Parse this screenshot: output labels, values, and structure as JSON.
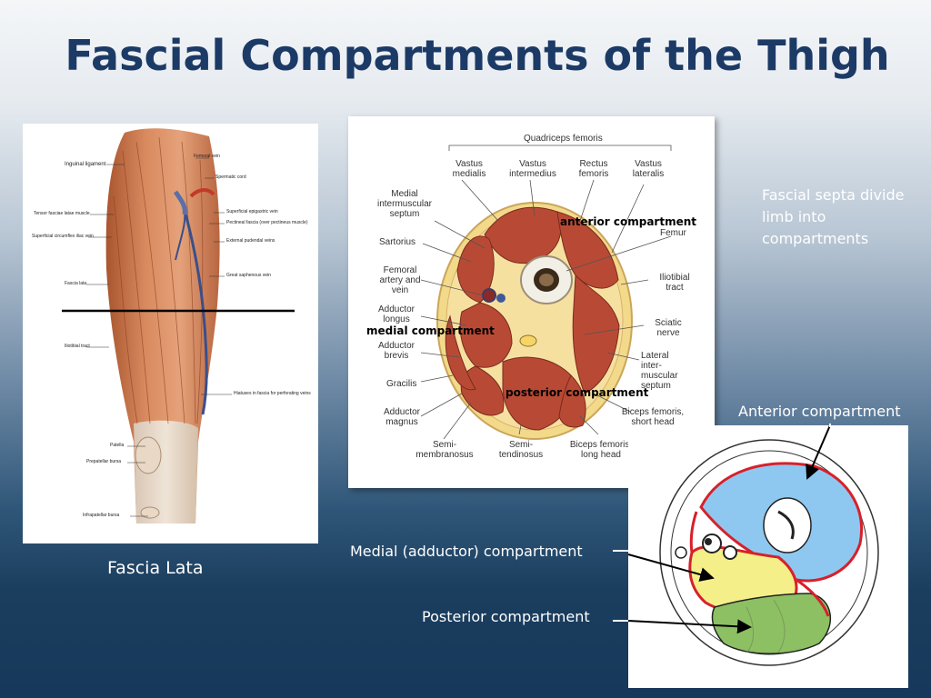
{
  "slide": {
    "title": "Fascial Compartments of the Thigh",
    "left_caption": "Fascia Lata",
    "septa_note": "Fascial septa divide limb into compartments"
  },
  "left_figure": {
    "labels": {
      "inguinal": "Inguinal ligament",
      "femoral_vein": "Femoral vein",
      "spermatic": "Spermatic cord",
      "tensor": "Tensor fasciae latae muscle",
      "sup_epigastric": "Superficial epigastric vein",
      "pectineal": "Pectineal fascia (over pectineus muscle)",
      "circumflex": "Superficial circumflex iliac vein",
      "ext_pudendal": "External pudendal veins",
      "saphenous": "Great saphenous vein",
      "fascia_lata": "Fascia lata",
      "iliotibial": "Iliotibial tract",
      "hiatuses": "Hiatuses in fascia for perforating veins",
      "patella": "Patella",
      "prepatellar": "Prepatellar bursa",
      "infrapatellar": "Infrapatellar bursa"
    }
  },
  "center_figure": {
    "labels": {
      "quadriceps": "Quadriceps femoris",
      "vastus_medialis": "Vastus medialis",
      "vastus_intermedius": "Vastus intermedius",
      "rectus_femoris": "Rectus femoris",
      "vastus_lateralis": "Vastus lateralis",
      "medial_septum": "Medial intermuscular septum",
      "femur": "Femur",
      "sartorius": "Sartorius",
      "femoral_av": "Femoral artery and vein",
      "iliotibial": "Iliotibial tract",
      "adductor_longus": "Adductor longus",
      "sciatic": "Sciatic nerve",
      "adductor_brevis": "Adductor brevis",
      "lateral_septum": "Lateral inter- muscular septum",
      "gracilis": "Gracilis",
      "adductor_magnus": "Adductor magnus",
      "biceps_short": "Biceps femoris, short head",
      "semimembranosus": "Semi- membranosus",
      "semitendinosus": "Semi- tendinosus",
      "biceps_long": "Biceps femoris, long head"
    },
    "overlays": {
      "anterior": "anterior compartment",
      "medial": "medial compartment",
      "posterior": "posterior compartment"
    }
  },
  "right_figure": {
    "callouts": {
      "anterior": "Anterior compartment",
      "medial": "Medial (adductor) compartment",
      "posterior": "Posterior compartment"
    },
    "colors": {
      "anterior": "#8ec8f0",
      "medial": "#f5ef8a",
      "posterior": "#8cc063",
      "septum": "#d8202a"
    }
  }
}
